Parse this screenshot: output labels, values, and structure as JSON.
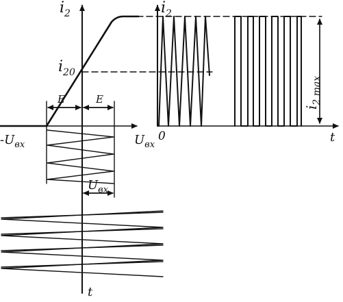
{
  "labels": {
    "i2_left": "i",
    "i2_left_sub": "2",
    "i2_right": "i",
    "i2_right_sub": "2",
    "i20": "i",
    "i20_sub": "20",
    "e_left": "E",
    "e_right": "E",
    "neg_uin": "-U",
    "neg_uin_sub": "вх",
    "pos_uin": "U",
    "pos_uin_sub": "вх",
    "uin_span": "U",
    "uin_span_sub": "вх",
    "origin": "0",
    "t_right": "t",
    "t_bottom": "t",
    "i2max": "i",
    "i2max_sub": "2 max"
  },
  "colors": {
    "ink": "#111111",
    "background": "#ffffff"
  }
}
